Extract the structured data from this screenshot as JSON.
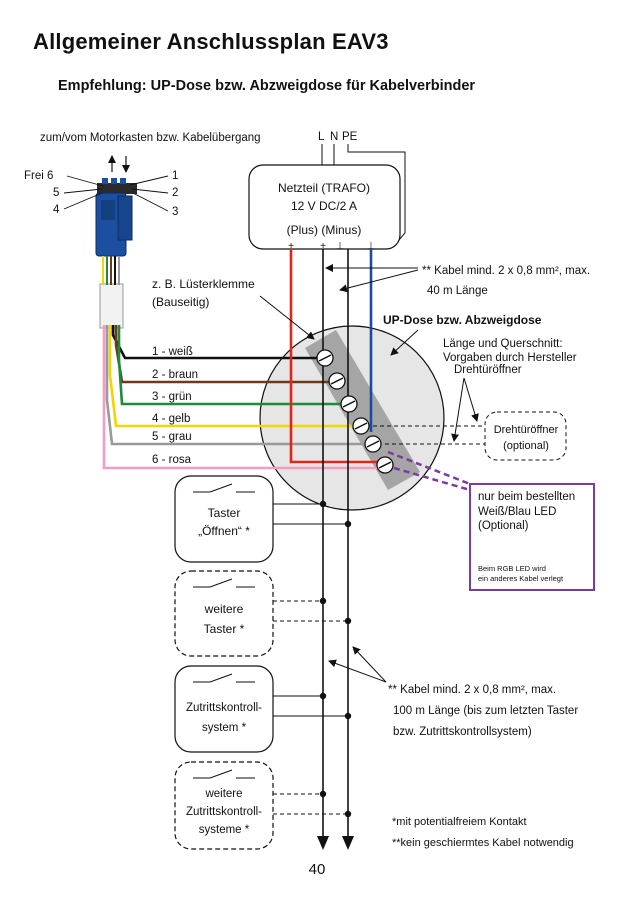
{
  "title": "Allgemeiner Anschlussplan EAV3",
  "subtitle": "Empfehlung: UP-Dose bzw. Abzweigdose für Kabelverbinder",
  "page_number": "40",
  "motor": {
    "label": "zum/vom Motorkasten bzw. Kabelübergang",
    "pins": {
      "frei6": "Frei 6",
      "p5": "5",
      "p4": "4",
      "p1": "1",
      "p2": "2",
      "p3": "3"
    }
  },
  "mains": {
    "L": "L",
    "N": "N",
    "PE": "PE"
  },
  "psu": {
    "line1": "Netzteil  (TRAFO)",
    "line2": "12 V DC/2 A",
    "line3": "(Plus)  (Minus)",
    "term_plus": "+",
    "term_gnd": "⊥"
  },
  "terminal_block": {
    "line1": "z. B. Lüsterklemme",
    "line2": "(Bauseitig)"
  },
  "cable_note_top": {
    "line1": "** Kabel mind. 2 x 0,8 mm², max.",
    "line2": "40 m Länge"
  },
  "box": {
    "title": "UP-Dose bzw. Abzweigdose",
    "note1": "Länge und Querschnitt:",
    "note2": "Vorgaben durch Hersteller",
    "note3": "Drehtüröffner"
  },
  "wires": [
    {
      "label": "1 - weiß",
      "color": "#111111"
    },
    {
      "label": "2 - braun",
      "color": "#6b3a1c"
    },
    {
      "label": "3 - grün",
      "color": "#1f8a3a"
    },
    {
      "label": "4 - gelb",
      "color": "#f2d600"
    },
    {
      "label": "5 - grau",
      "color": "#9a9a9a"
    },
    {
      "label": "6 - rosa",
      "color": "#f29cc8"
    }
  ],
  "door_opener": {
    "line1": "Drehtüröffner",
    "line2": "(optional)"
  },
  "led_box": {
    "line1": "nur beim bestellten",
    "line2": "Weiß/Blau LED",
    "line3": "(Optional)",
    "small1": "Beim RGB LED wird",
    "small2": "ein anderes Kabel verlegt",
    "color": "#7b3aa0"
  },
  "devices": [
    {
      "line1": "Taster",
      "line2": "„Öffnen“ *"
    },
    {
      "line1": "weitere",
      "line2": "Taster *"
    },
    {
      "line1": "Zutrittskontroll-",
      "line2": "system *"
    },
    {
      "line1": "weitere",
      "line2": "Zutrittskontroll-",
      "line3": "systeme *"
    }
  ],
  "cable_note_bottom": {
    "line1": "** Kabel mind. 2 x 0,8 mm², max.",
    "line2": "100 m Länge (bis zum letzten Taster",
    "line3": "bzw. Zutrittskontrollsystem)"
  },
  "footnotes": {
    "f1": "*mit potentialfreiem Kontakt",
    "f2": "**kein geschiermtes Kabel notwendig"
  },
  "colors": {
    "red": "#e0251b",
    "blue": "#1d49a6",
    "connector": "#1c4fa0"
  }
}
